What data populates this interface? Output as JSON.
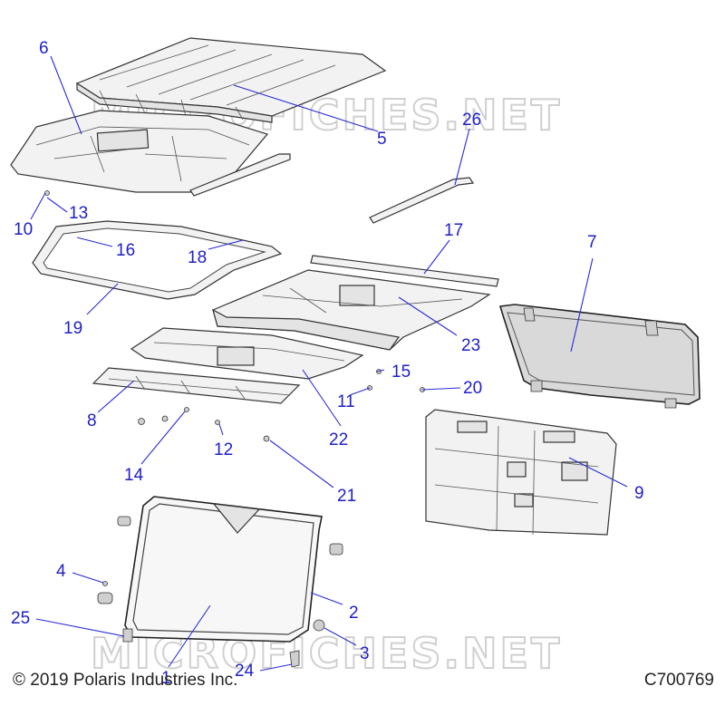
{
  "footer": {
    "copyright": "© 2019 Polaris Industries Inc.",
    "diagram_code": "C700769"
  },
  "watermark": "MICROFICHES.NET",
  "callouts": {
    "c1": "1",
    "c2": "2",
    "c3": "3",
    "c4": "4",
    "c5": "5",
    "c6": "6",
    "c7": "7",
    "c8": "8",
    "c9": "9",
    "c10": "10",
    "c11": "11",
    "c12": "12",
    "c13": "13",
    "c14": "14",
    "c15": "15",
    "c16": "16",
    "c17": "17",
    "c18": "18",
    "c19": "19",
    "c20": "20",
    "c21": "21",
    "c22": "22",
    "c23": "23",
    "c24": "24",
    "c25": "25",
    "c26": "26"
  },
  "colors": {
    "callout_blue": "#2020c8",
    "line_art": "#333333"
  }
}
